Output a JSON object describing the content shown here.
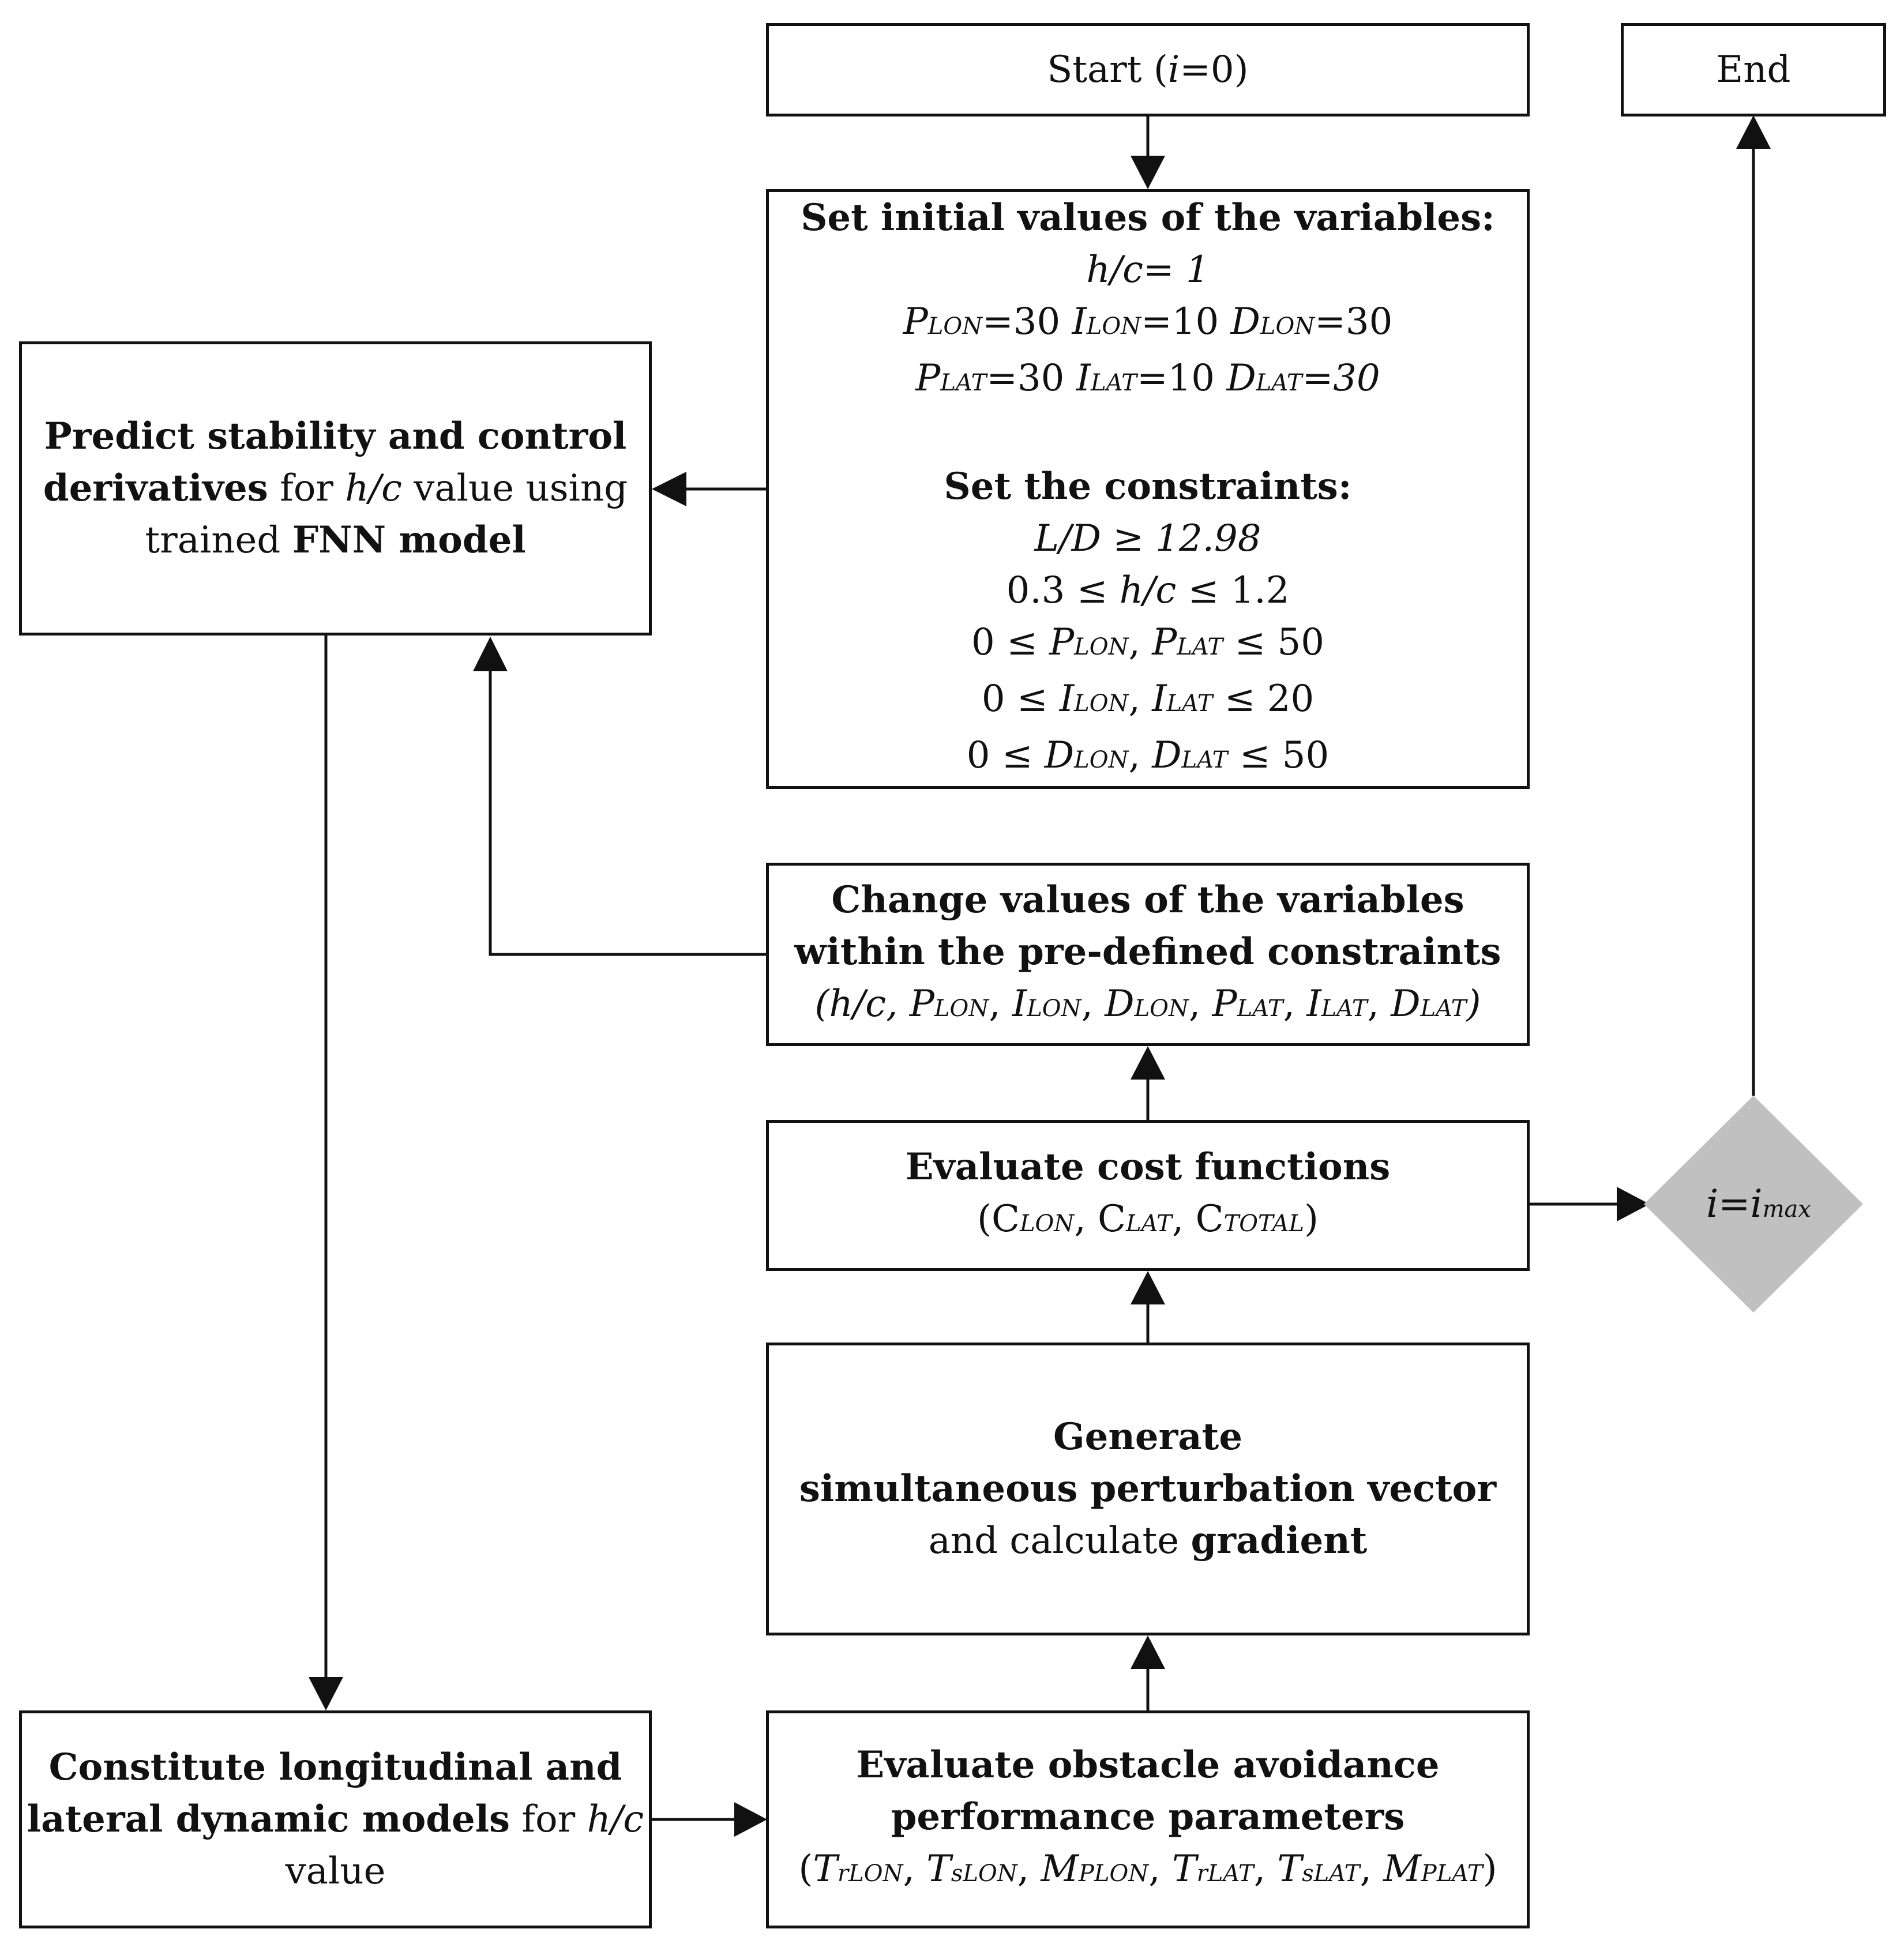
{
  "start": {
    "label": "Start (",
    "var": "i",
    "rest": "=0)"
  },
  "end": {
    "label": "End"
  },
  "init": {
    "title": "Set initial values of the variables:",
    "hc": "h/c= 1",
    "l2": {
      "a": "P",
      "as": "LON",
      "a2": "=30 ",
      "b": "I",
      "bs": "LON",
      "b2": "=10 ",
      "c": "D",
      "cs": "LON",
      "c2": "=30"
    },
    "l3": {
      "a": "P",
      "as": "LAT",
      "a2": "=30 ",
      "b": "I",
      "bs": "LAT",
      "b2": "=10 ",
      "c": "D",
      "cs": "LAT",
      "c2": "=30"
    },
    "constraints_title": "Set the constraints:",
    "c1": "L/D ≥ 12.98",
    "c2": {
      "pre": "0.3 ≤ ",
      "var": "h/c",
      "post": " ≤ 1.2"
    },
    "c3": {
      "pre": "0 ≤ ",
      "a": "P",
      "as": "LON",
      "mid": ", ",
      "b": "P",
      "bs": "LAT",
      "post": " ≤ 50"
    },
    "c4": {
      "pre": "0 ≤ ",
      "a": "I",
      "as": "LON",
      "mid": ", ",
      "b": "I",
      "bs": "LAT",
      "post": " ≤ 20"
    },
    "c5": {
      "pre": "0 ≤ ",
      "a": "D",
      "as": "LON",
      "mid": ", ",
      "b": "D",
      "bs": "LAT",
      "post": " ≤ 50"
    }
  },
  "predict": {
    "line1": "Predict stability and control",
    "line2_bold": "derivatives",
    "line2_a": " for ",
    "line2_var": "h/c",
    "line2_b": " value using",
    "line3_a": "trained ",
    "line3_bold": "FNN model"
  },
  "change": {
    "line1": "Change values of the variables",
    "line2": "within the pre-defined constraints",
    "line3": {
      "open": "(",
      "hc": "h/c, ",
      "p1": "P",
      "p1s": "LON",
      "i1": "I",
      "i1s": "LON",
      "d1": "D",
      "d1s": "LON",
      "p2": "P",
      "p2s": "LAT",
      "i2": "I",
      "i2s": "LAT",
      "d2": "D",
      "d2s": "LAT",
      "sep": ", ",
      "close": ")"
    }
  },
  "cost": {
    "title": "Evaluate cost functions",
    "open": "(",
    "a": "C",
    "as": "LON",
    "b": "C",
    "bs": "LAT",
    "c": "C",
    "cs": "TOTAL",
    "sep": ", ",
    "close": ")"
  },
  "decision": {
    "a": "i",
    "eq": "=",
    "b": "i",
    "bs": "max",
    "fill": "#c0c0c0"
  },
  "generate": {
    "line1": "Generate",
    "line2": "simultaneous perturbation vector",
    "line3_a": "and calculate ",
    "line3_bold": "gradient"
  },
  "constitute": {
    "line1": "Constitute longitudinal and",
    "line2_bold": "lateral dynamic models",
    "line2_a": " for ",
    "line2_var": "h/c",
    "line3": "value"
  },
  "obstacle": {
    "line1": "Evaluate obstacle avoidance",
    "line2": "performance parameters",
    "line3": {
      "open": "(",
      "t1": "T",
      "t1s": "rLON",
      "t2": "T",
      "t2s": "sLON",
      "m1": "M",
      "m1s": "PLON",
      "t3": "T",
      "t3s": "rLAT",
      "t4": "T",
      "t4s": "sLAT",
      "m2": "M",
      "m2s": "PLAT",
      "sep": ", ",
      "close": ")"
    }
  }
}
